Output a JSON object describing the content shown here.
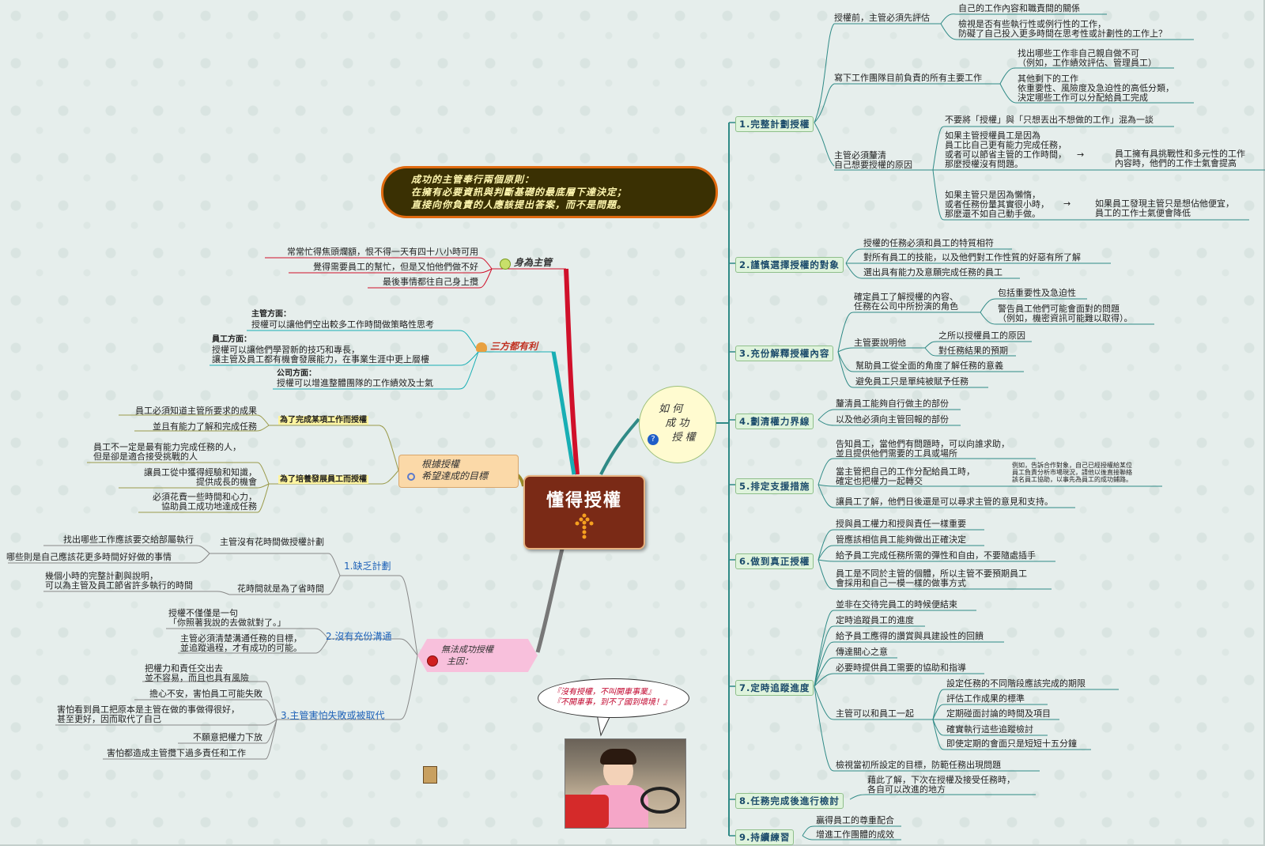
{
  "central": {
    "title": "懂得授權"
  },
  "banner": {
    "lines": "成功的主管奉行兩個原則：\n在擁有必要資訊與判斷基礎的最底層下達決定；\n直接向你負責的人應該提出答案，而不是問題。"
  },
  "howto": {
    "label": "如 何\n  成 功\n    授 權"
  },
  "right_branches": [
    {
      "label": "1.完整計劃授權",
      "children": [
        {
          "label": "授權前，主管必須先評估",
          "items": [
            "自己的工作內容和職責間的關係",
            "檢視是否有些執行性或例行性的工作，\n防礙了自己投入更多時間在思考性或計劃性的工作上？"
          ]
        },
        {
          "label": "寫下工作團隊目前負責的所有主要工作",
          "items": [
            "找出哪些工作非自己親自做不可\n（例如，工作績效評估、管理員工）",
            "其他剩下的工作\n依重要性、風險度及急迫性的高低分類，\n決定哪些工作可以分配給員工完成"
          ]
        },
        {
          "label": "主管必須釐清\n自己想要授權的原因",
          "items": [
            "不要將「授權」與「只想丟出不想做的工作」混為一談",
            "如果主管授權員工是因為\n員工比自己更有能力完成任務，\n或者可以節省主管的工作時間，\n那麼授權沒有問題。",
            "員工擁有具挑戰性和多元性的工作\n內容時，他們的工作士氣會提高",
            "如果主管只是因為懶惰，\n或者任務份量其實很小時，\n那麼還不如自己動手做。",
            "如果員工發現主管只是想佔他便宜，\n員工的工作士氣便會降低"
          ]
        }
      ]
    },
    {
      "label": "2.謹慎選擇授權的對象",
      "items": [
        "授權的任務必須和員工的特質相符",
        "對所有員工的技能，以及他們對工作性質的好惡有所了解",
        "選出具有能力及意願完成任務的員工"
      ]
    },
    {
      "label": "3.充份解釋授權內容",
      "children": [
        {
          "label": "確定員工了解授權的內容、\n任務在公司中所扮演的角色",
          "items": [
            "包括重要性及急迫性",
            "警告員工他們可能會面對的問題\n（例如，機密資訊可能難以取得）。"
          ]
        },
        {
          "label": "主管要說明他",
          "items": [
            "之所以授權員工的原因",
            "對任務結果的預期"
          ]
        }
      ],
      "items": [
        "幫助員工從全面的角度了解任務的意義",
        "避免員工只是單純被賦予任務"
      ]
    },
    {
      "label": "4.劃清權力界線",
      "items": [
        "釐清員工能夠自行做主的部份",
        "以及他必須向主管回報的部份"
      ]
    },
    {
      "label": "5.排定支援措施",
      "items": [
        "告知員工，當他們有問題時，可以向誰求助，\n並且提供他們需要的工具或場所",
        "當主管把自己的工作分配給員工時，\n確定也把權力一起轉交",
        "例如，告訴合作對象，自己已經授權給某位\n員工負責分析市場現況，請他以後直接聯絡\n該名員工協助，以事先為員工的成功鋪路。",
        "讓員工了解，他們日後還是可以尋求主管的意見和支持。"
      ]
    },
    {
      "label": "6.做到真正授權",
      "items": [
        "授與員工權力和授與責任一樣重要",
        "管應該相信員工能夠做出正確決定",
        "給予員工完成任務所需的彈性和自由，不要隨處插手",
        "員工是不同於主管的個體，所以主管不要預期員工\n會採用和自己一模一樣的做事方式"
      ]
    },
    {
      "label": "7.定時追蹤進度",
      "items": [
        "並非在交待完員工的時候便結束",
        "定時追蹤員工的進度",
        "給予員工應得的讚賞與具建設性的回饋",
        "傳達關心之意",
        "必要時提供員工需要的協助和指導",
        "主管可以和員工一起",
        "檢視當初所設定的目標，防範任務出現問題"
      ],
      "sub": [
        "設定任務的不同階段應該完成的期限",
        "評估工作成果的標準",
        "定期碰面討論的時間及項目",
        "確實執行這些追蹤檢討",
        "即使定期的會面只是短短十五分鐘"
      ]
    },
    {
      "label": "8.任務完成後進行檢討",
      "items": [
        "藉此了解，下次在授權及接受任務時，\n各自可以改進的地方"
      ]
    },
    {
      "label": "9.持續練習",
      "items": [
        "贏得員工的尊重配合",
        "增進工作團體的成效"
      ]
    }
  ],
  "as_manager": {
    "label": "身為主管",
    "items": [
      "常常忙得焦頭爛額，恨不得一天有四十八小時可用",
      "覺得需要員工的幫忙，但是又怕他們做不好",
      "最後事情都往自己身上攬"
    ]
  },
  "three_win": {
    "label": "三方都有利",
    "groups": [
      {
        "head": "主管方面：",
        "text": "授權可以讓他們空出較多工作時間做策略性思考"
      },
      {
        "head": "員工方面：",
        "text": "授權可以讓他們學習新的技巧和專長，\n讓主管及員工都有機會發展能力，在事業生涯中更上層樓"
      },
      {
        "head": "公司方面：",
        "text": "授權可以增進整體團隊的工作績效及士氣"
      }
    ]
  },
  "targets": {
    "label": "根據授權\n希望達成的目標",
    "groups": [
      {
        "head": "為了完成某項工作而授權",
        "items": [
          "員工必須知道主管所要求的成果",
          "並且有能力了解和完成任務"
        ]
      },
      {
        "head": "為了培養發展員工而授權",
        "items": [
          "員工不一定是最有能力完成任務的人，\n但是卻是適合接受挑戰的人",
          "讓員工從中獲得經驗和知識，\n提供成長的機會",
          "必須花費一些時間和心力，\n協助員工成功地達成任務"
        ]
      }
    ]
  },
  "fail": {
    "label": "無法成功授權\n  主因：",
    "causes": [
      {
        "label": "1.缺乏計劃",
        "children": [
          {
            "label": "主管沒有花時間做授權計劃",
            "items": [
              "找出哪些工作應該要交給部屬執行",
              "哪些則是自己應該花更多時間好好做的事情"
            ]
          },
          {
            "label": "花時間就是為了省時間",
            "items": [
              "幾個小時的完整計劃與說明，\n可以為主管及員工節省許多執行的時間"
            ]
          }
        ]
      },
      {
        "label": "2.沒有充份溝通",
        "items": [
          "授權不僅僅是一句\n「你照著我說的去做就對了。」",
          "主管必須清楚溝通任務的目標，\n並追蹤過程，才有成功的可能。"
        ]
      },
      {
        "label": "3.主管害怕失敗或被取代",
        "items": [
          "把權力和責任交出去\n並不容易，而且也具有風險",
          "擔心不安，害怕員工可能失敗",
          "害怕看到員工把原本是主管在做的事做得很好，\n甚至更好，因而取代了自己",
          "不願意把權力下放",
          "害怕都造成主管攬下過多責任和工作"
        ]
      }
    ]
  },
  "bubble": {
    "text": "『沒有授權，不叫開車事業』\n『不開車事，到不了國到壞境！』"
  },
  "colors": {
    "central_bg": "#7a2a16",
    "right_line": "#2f8a86",
    "red_line": "#d0102a",
    "teal_line": "#1ab0b0",
    "banner_border": "#e06a10"
  }
}
